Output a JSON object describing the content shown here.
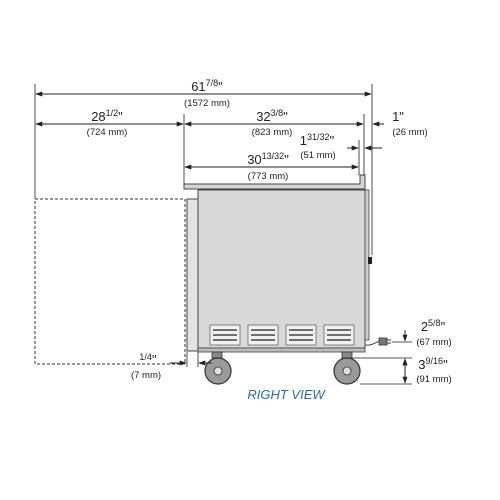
{
  "dimensions": {
    "overall": {
      "whole": "61",
      "frac": "7/8",
      "unit": "\"",
      "mm": "(1572 mm)"
    },
    "door_swing": {
      "whole": "28",
      "frac": "1/2",
      "unit": "\"",
      "mm": "(724 mm)"
    },
    "depth": {
      "whole": "32",
      "frac": "3/8",
      "unit": "\"",
      "mm": "(823 mm)"
    },
    "rear_offset": {
      "whole": "1",
      "frac": "",
      "unit": "\"",
      "mm": "(26 mm)"
    },
    "backsplash": {
      "whole": "1",
      "frac": "31/32",
      "unit": "\"",
      "mm": "(51 mm)"
    },
    "top_depth": {
      "whole": "30",
      "frac": "13/32",
      "unit": "\"",
      "mm": "(773 mm)"
    },
    "door_thickness": {
      "whole": "",
      "frac": "1/4",
      "unit": "\"",
      "mm": "(7 mm)"
    },
    "plug_height": {
      "whole": "2",
      "frac": "5/8",
      "unit": "\"",
      "mm": "(67 mm)"
    },
    "caster_height": {
      "whole": "3",
      "frac": "9/16",
      "unit": "\"",
      "mm": "(91 mm)"
    }
  },
  "view_label": "RIGHT VIEW",
  "colors": {
    "cabinet_fill": "#d9d9d9",
    "line": "#222222",
    "label": "#2e6aa3"
  }
}
